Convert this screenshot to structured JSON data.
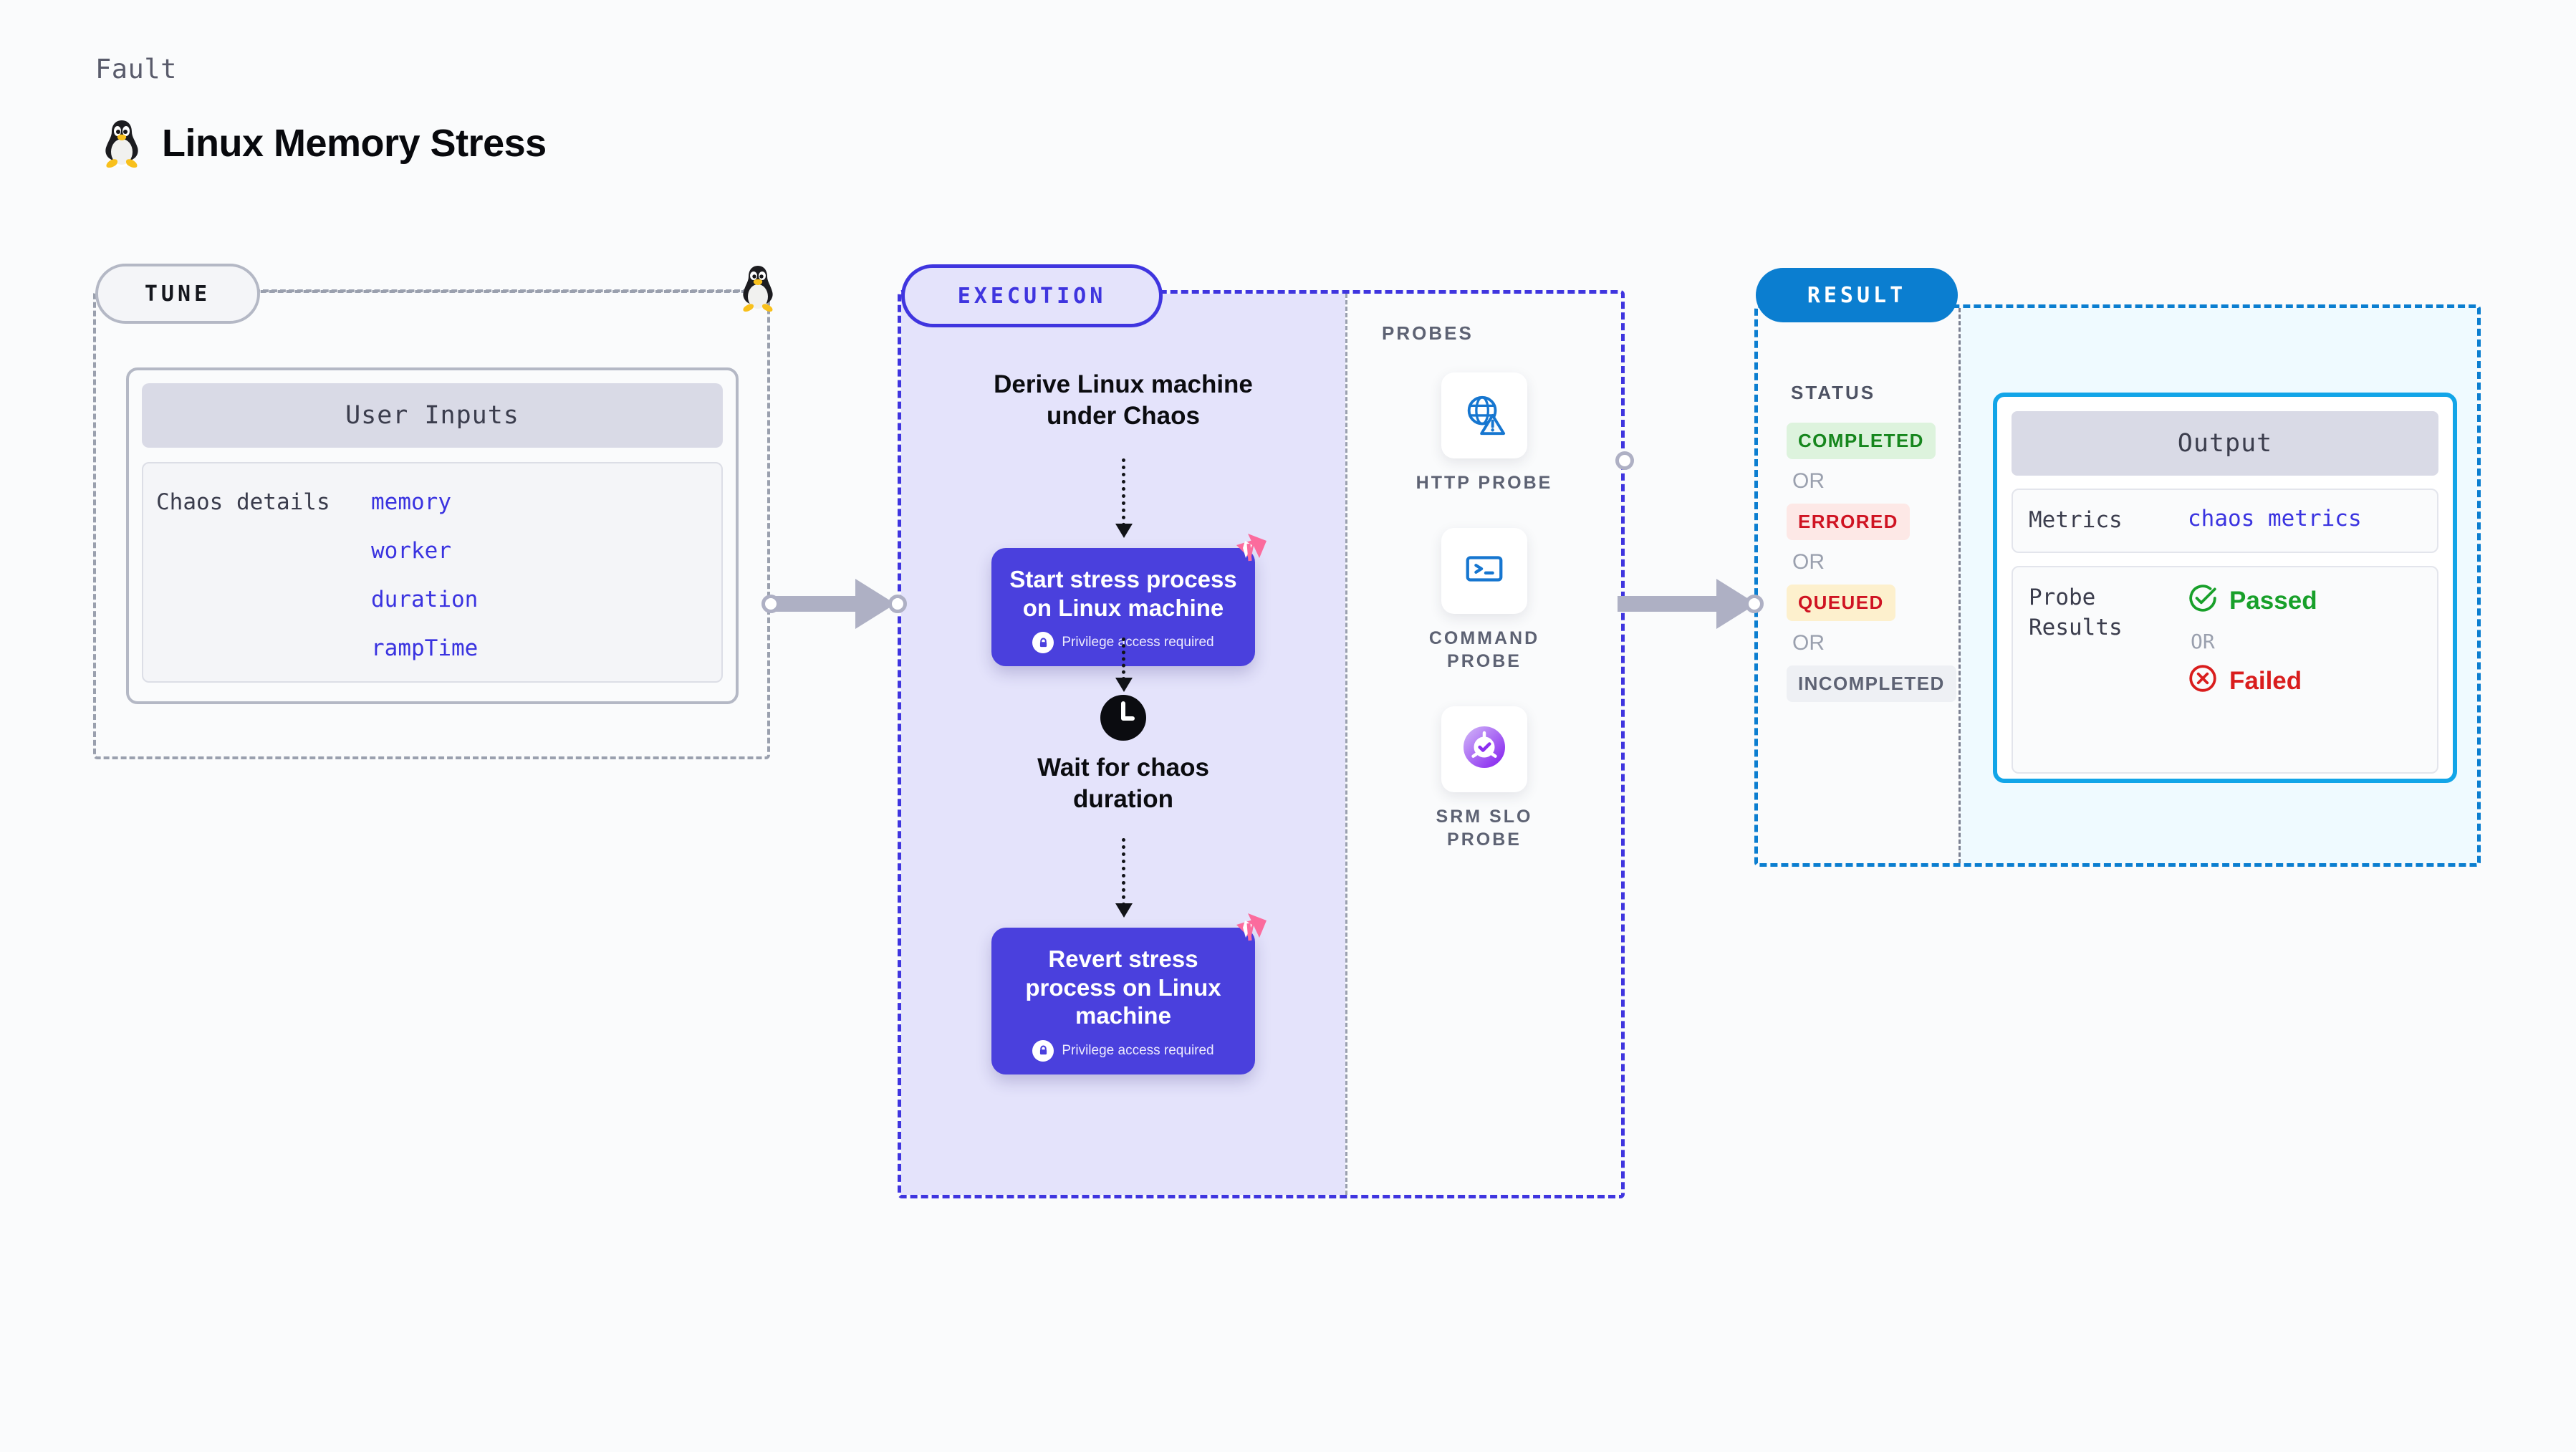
{
  "header": {
    "kicker": "Fault",
    "title": "Linux Memory Stress",
    "icon": "linux-penguin-icon"
  },
  "tune": {
    "badge": "TUNE",
    "icon": "linux-penguin-icon",
    "card": {
      "header": "User Inputs",
      "label": "Chaos details",
      "params": [
        "memory",
        "worker",
        "duration",
        "rampTime"
      ]
    }
  },
  "execution": {
    "badge": "EXECUTION",
    "derive_label": "Derive Linux machine\nunder Chaos",
    "start_card": {
      "title": "Start stress process on Linux machine",
      "privilege": "Privilege access required",
      "lock_icon": "lock-icon",
      "corner_icon": "chaos-badge-icon"
    },
    "wait_label": "Wait for chaos\nduration",
    "clock_icon": "clock-icon",
    "revert_card": {
      "title": "Revert stress process on Linux machine",
      "privilege": "Privilege access required",
      "lock_icon": "lock-icon",
      "corner_icon": "chaos-badge-icon"
    }
  },
  "probes": {
    "title": "PROBES",
    "items": [
      {
        "label": "HTTP  PROBE",
        "icon": "globe-warning-icon"
      },
      {
        "label": "COMMAND\nPROBE",
        "icon": "terminal-icon"
      },
      {
        "label": "SRM  SLO\nPROBE",
        "icon": "slo-donut-check-icon"
      }
    ]
  },
  "result": {
    "badge": "RESULT",
    "status_title": "STATUS",
    "statuses": [
      {
        "label": "COMPLETED",
        "bg": "#ddf3dd",
        "fg": "#16861d"
      },
      {
        "label": "ERRORED",
        "bg": "#fde8e6",
        "fg": "#cf1322"
      },
      {
        "label": "QUEUED",
        "bg": "#fdf0cd",
        "fg": "#cf1322"
      },
      {
        "label": "INCOMPLETED",
        "bg": "#eef0f4",
        "fg": "#5d6273"
      }
    ],
    "or_label": "OR",
    "output": {
      "header": "Output",
      "metrics_label": "Metrics",
      "metrics_value": "chaos metrics",
      "probe_results_label": "Probe\nResults",
      "passed_label": "Passed",
      "passed_icon": "check-circle-icon",
      "or_label": "OR",
      "failed_label": "Failed",
      "failed_icon": "x-circle-icon"
    }
  },
  "colors": {
    "indigo": "#4a40dd",
    "blue": "#0b7ed0",
    "cyan": "#12a5e8",
    "pink": "#fb6b9d",
    "gray": "#9aa0ae"
  }
}
